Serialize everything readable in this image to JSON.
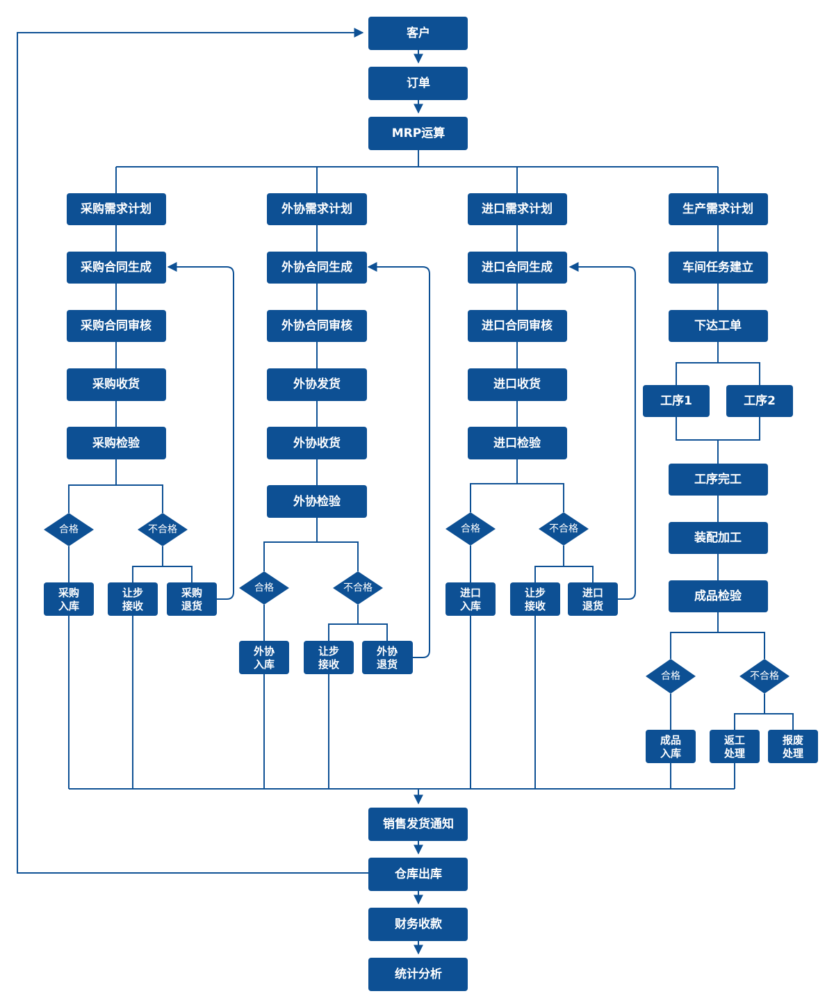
{
  "colors": {
    "node": "#0d5094",
    "line": "#0d5094",
    "text": "#ffffff"
  },
  "main": {
    "customer": "客户",
    "order": "订单",
    "mrp": "MRP运算",
    "sales_notice": "销售发货通知",
    "warehouse_out": "仓库出库",
    "finance": "财务收款",
    "stats": "统计分析"
  },
  "purchase": {
    "plan": "采购需求计划",
    "contract_gen": "采购合同生成",
    "contract_review": "采购合同审核",
    "receive": "采购收货",
    "inspect": "采购检验",
    "pass": "合格",
    "fail": "不合格",
    "stock_in": [
      "采购",
      "入库"
    ],
    "concession": [
      "让步",
      "接收"
    ],
    "return": [
      "采购",
      "退货"
    ]
  },
  "outsource": {
    "plan": "外协需求计划",
    "contract_gen": "外协合同生成",
    "contract_review": "外协合同审核",
    "ship": "外协发货",
    "receive": "外协收货",
    "inspect": "外协检验",
    "pass": "合格",
    "fail": "不合格",
    "stock_in": [
      "外协",
      "入库"
    ],
    "concession": [
      "让步",
      "接收"
    ],
    "return": [
      "外协",
      "退货"
    ]
  },
  "import": {
    "plan": "进口需求计划",
    "contract_gen": "进口合同生成",
    "contract_review": "进口合同审核",
    "receive": "进口收货",
    "inspect": "进口检验",
    "pass": "合格",
    "fail": "不合格",
    "stock_in": [
      "进口",
      "入库"
    ],
    "concession": [
      "让步",
      "接收"
    ],
    "return": [
      "进口",
      "退货"
    ]
  },
  "production": {
    "plan": "生产需求计划",
    "workshop_task": "车间任务建立",
    "issue_order": "下达工单",
    "process1": "工序1",
    "process2": "工序2",
    "process_done": "工序完工",
    "assembly": "装配加工",
    "product_inspect": "成品检验",
    "pass": "合格",
    "fail": "不合格",
    "product_in": [
      "成品",
      "入库"
    ],
    "rework": [
      "返工",
      "处理"
    ],
    "scrap": [
      "报废",
      "处理"
    ]
  }
}
